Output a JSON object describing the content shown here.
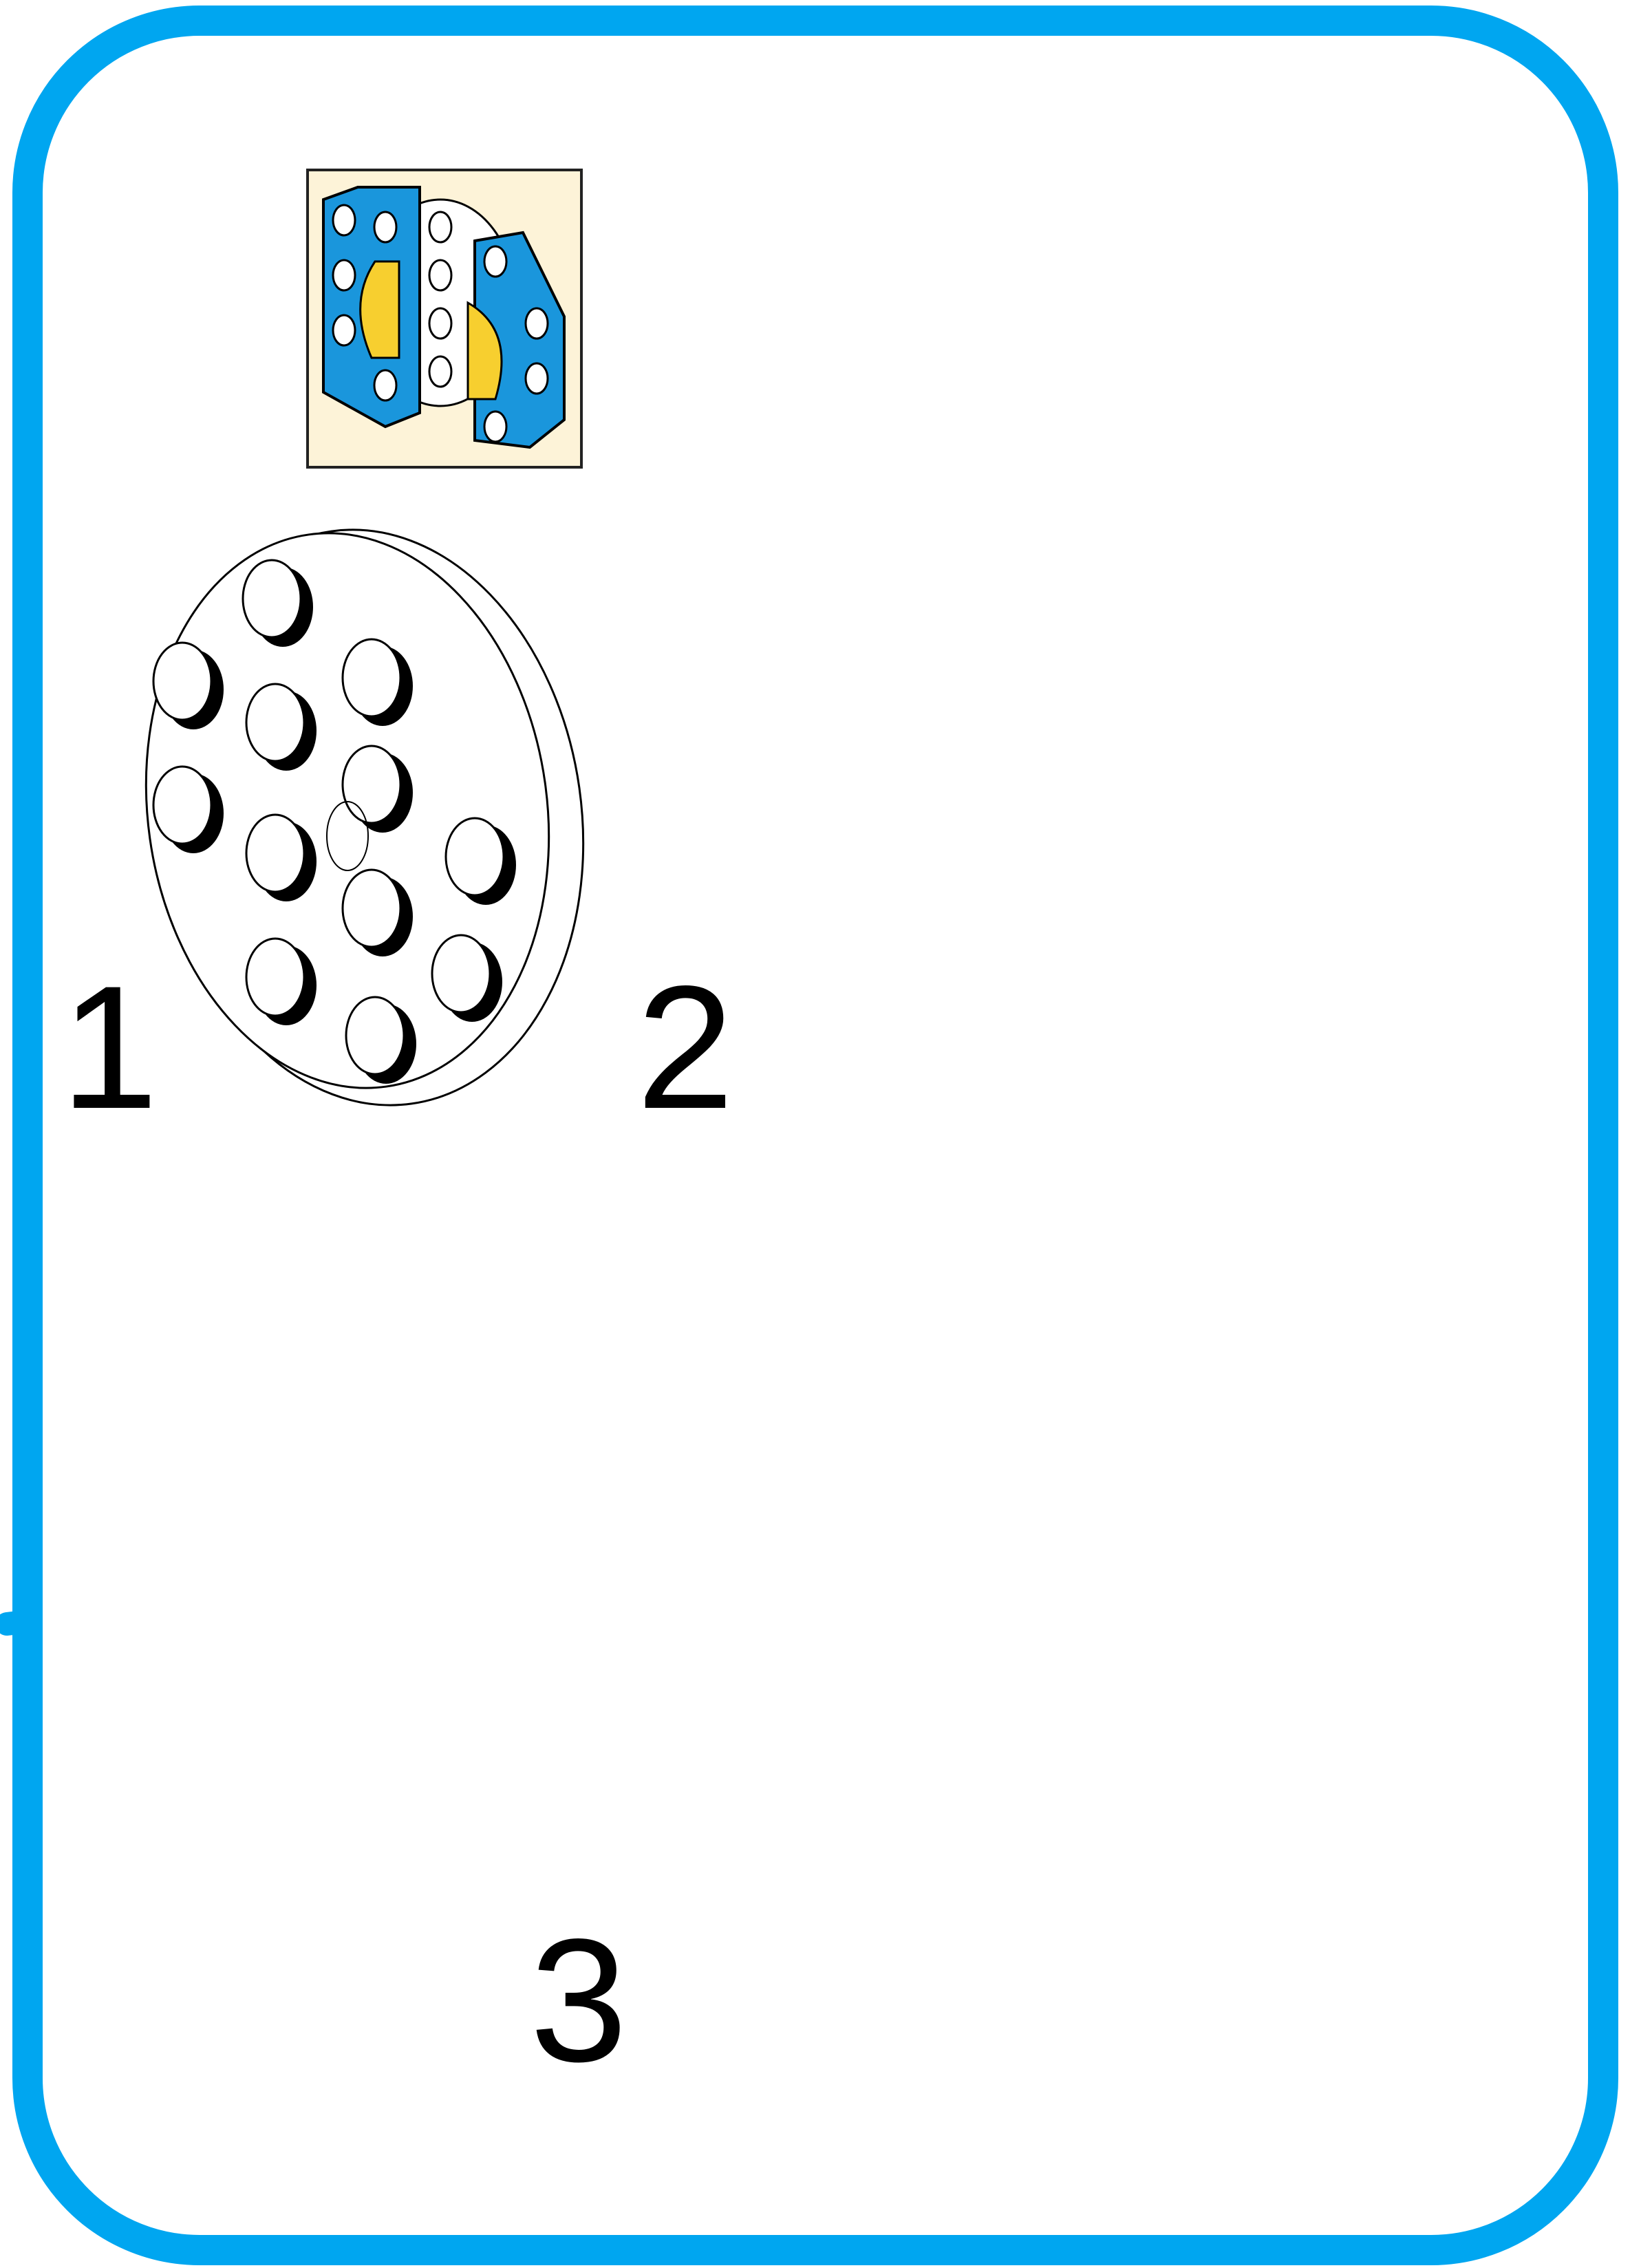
{
  "steps": [
    {
      "id": "step-1",
      "number": "1"
    },
    {
      "id": "step-2",
      "number": "2"
    },
    {
      "id": "step-3",
      "number": "3"
    }
  ],
  "colors": {
    "frame": "#00a6f0",
    "brick_blue": "#1a96dc",
    "brick_blue_dark": "#0f7fc4",
    "brick_yellow": "#f7cf2f",
    "highlight_outline": "#d8201c",
    "preview_bg": "#fdf3d8",
    "stud_shadow": "#000000"
  },
  "icons": {
    "preview": "assembled-preview-thumbnail",
    "plate": "round-plate-white",
    "wedge_left": "wedge-plate-blue-left",
    "wedge_right": "wedge-plate-blue-right",
    "half_disc": "half-round-tile-yellow"
  }
}
